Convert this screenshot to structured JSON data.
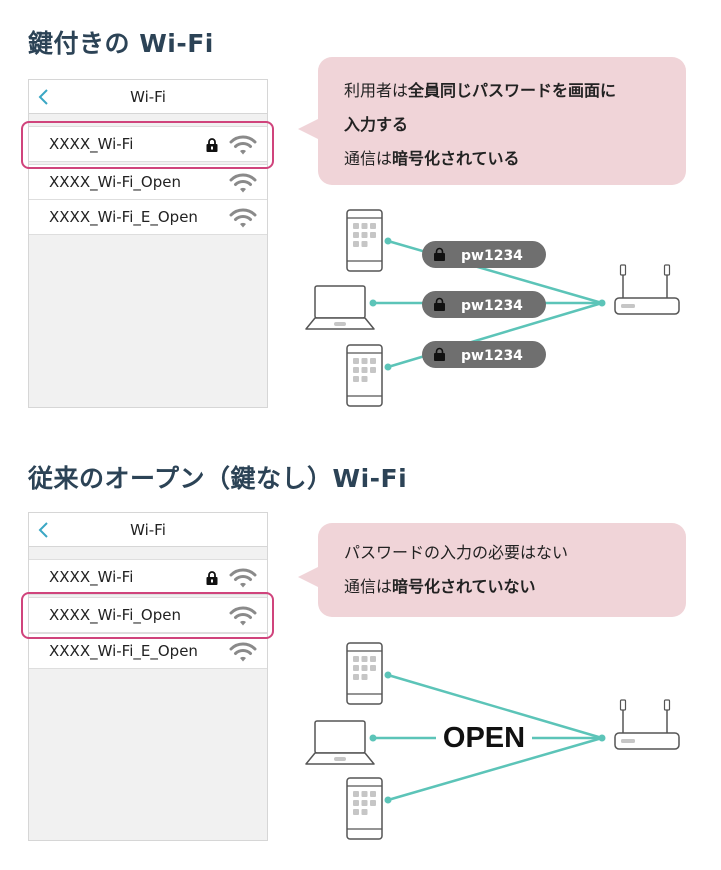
{
  "sections": [
    {
      "title": "鍵付きの Wi-Fi",
      "phone": {
        "title": "Wi-Fi",
        "networks": [
          {
            "name": "XXXX_Wi-Fi",
            "locked": true
          },
          {
            "name": "XXXX_Wi-Fi_Open",
            "locked": false
          },
          {
            "name": "XXXX_Wi-Fi_E_Open",
            "locked": false
          }
        ],
        "highlighted": "XXXX_Wi-Fi"
      },
      "bubble": {
        "line1": {
          "normal": "利用者は",
          "bold": "全員同じパスワードを画面に"
        },
        "line2": {
          "normal": "",
          "bold": "入力する"
        },
        "line3": {
          "normal": "通信は",
          "bold": "暗号化されている"
        }
      },
      "connections": [
        {
          "device": "smartphone",
          "password": "pw1234"
        },
        {
          "device": "laptop",
          "password": "pw1234"
        },
        {
          "device": "smartphone",
          "password": "pw1234"
        }
      ]
    },
    {
      "title": "従来のオープン（鍵なし）Wi-Fi",
      "phone": {
        "title": "Wi-Fi",
        "networks": [
          {
            "name": "XXXX_Wi-Fi",
            "locked": true
          },
          {
            "name": "XXXX_Wi-Fi_Open",
            "locked": false
          },
          {
            "name": "XXXX_Wi-Fi_E_Open",
            "locked": false
          }
        ],
        "highlighted": "XXXX_Wi-Fi_Open"
      },
      "bubble": {
        "line1": {
          "normal": "パスワードの入力の必要はない",
          "bold": ""
        },
        "line2": {
          "normal": "通信は",
          "bold": "暗号化されていない"
        }
      },
      "open_label": "OPEN"
    }
  ],
  "colors": {
    "title": "#2c4356",
    "highlight": "#d0447c",
    "bubble": "#f0d4d8",
    "line": "#5cc4b8",
    "pill": "#6f6f6f",
    "wifi_icon": "#8a8a8a"
  },
  "icons": [
    "back-chevron-icon",
    "lock-icon",
    "wifi-icon",
    "smartphone-icon",
    "laptop-icon",
    "router-icon"
  ]
}
